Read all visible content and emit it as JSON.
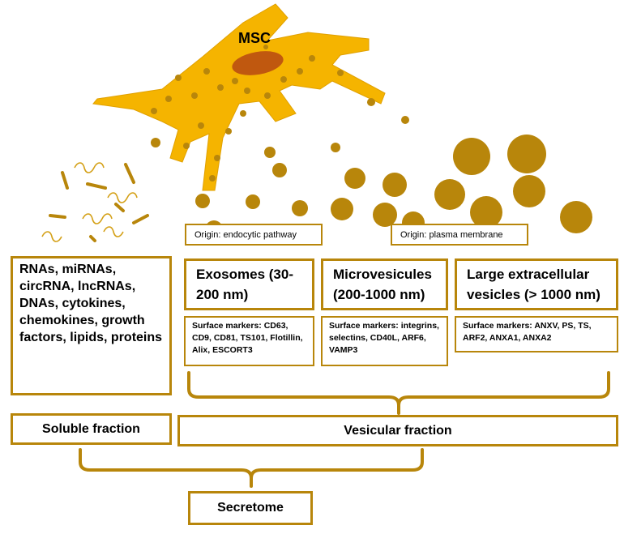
{
  "colors": {
    "cell": "#f5b400",
    "nucleus": "#c0580f",
    "vesicle": "#b8860b",
    "border": "#b8860b"
  },
  "cell": {
    "label": "MSC"
  },
  "origins": {
    "endocytic": "Origin: endocytic pathway",
    "plasma": "Origin: plasma membrane"
  },
  "soluble_list": "RNAs, miRNAs, circRNA, lncRNAs, DNAs, cytokines, chemokines, growth factors, lipids, proteins",
  "categories": [
    {
      "title": "Exosomes (30-200 nm)",
      "markers": "Surface markers: CD63, CD9, CD81, TS101, Flotillin, Alix, ESCORT3"
    },
    {
      "title": "Microvesicules (200-1000 nm)",
      "markers": "Surface markers: integrins, selectins, CD40L, ARF6, VAMP3"
    },
    {
      "title": "Large extracellular vesicles (> 1000 nm)",
      "markers": "Surface markers: ANXV, PS, TS, ARF2, ANXA1, ANXA2"
    }
  ],
  "fractions": {
    "soluble": "Soluble fraction",
    "vesicular": "Vesicular fraction"
  },
  "secretome": "Secretome"
}
